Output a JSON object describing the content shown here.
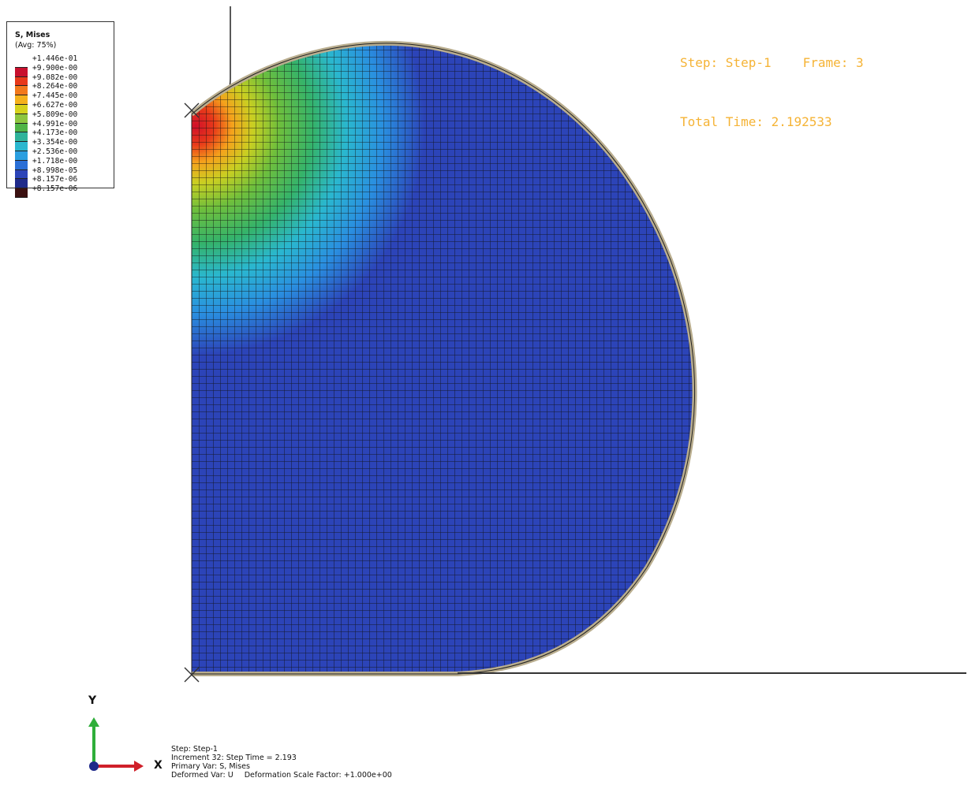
{
  "legend": {
    "variable": "S, Mises",
    "averaging": "(Avg: 75%)",
    "bands": [
      {
        "label": "+1.446e-01",
        "color": "#ffffff"
      },
      {
        "label": "+9.900e-00",
        "color": "#c8102e"
      },
      {
        "label": "+9.082e-00",
        "color": "#e8391a"
      },
      {
        "label": "+8.264e-00",
        "color": "#f2791c"
      },
      {
        "label": "+7.445e-00",
        "color": "#f5b11c"
      },
      {
        "label": "+6.627e-00",
        "color": "#d6d21c"
      },
      {
        "label": "+5.809e-00",
        "color": "#8dc63f"
      },
      {
        "label": "+4.991e-00",
        "color": "#4fb447"
      },
      {
        "label": "+4.173e-00",
        "color": "#2fb39a"
      },
      {
        "label": "+3.354e-00",
        "color": "#2ab7cf"
      },
      {
        "label": "+2.536e-00",
        "color": "#2a9fe0"
      },
      {
        "label": "+1.718e-00",
        "color": "#2a6fd6"
      },
      {
        "label": "+8.998e-05",
        "color": "#2c44b8"
      },
      {
        "label": "+8.157e-06",
        "color": "#1f2a8a"
      },
      {
        "label": "+8.157e-06",
        "color": "#3a1010"
      }
    ]
  },
  "step_info": {
    "step": "Step: Step-1",
    "frame": "Frame: 3",
    "total_time": "Total Time: 2.192533"
  },
  "status": {
    "step": "Step: Step-1",
    "increment": "Increment    32: Step Time =    2.193",
    "primary_var": "Primary Var: S, Mises",
    "deformed_var": "Deformed Var: U",
    "scale_factor": "Deformation Scale Factor: +1.000e+00"
  },
  "triad": {
    "y_label": "Y",
    "x_label": "X",
    "y_color": "#2fae3a",
    "x_color": "#d0202a"
  },
  "colors": {
    "mesh_base": "#2c44b8",
    "mesh_line": "#111111",
    "rim": "#b9ad8e"
  }
}
